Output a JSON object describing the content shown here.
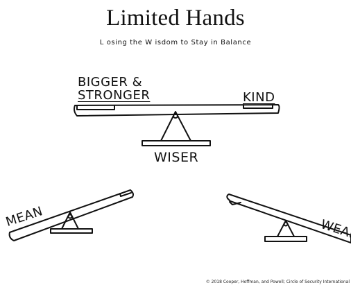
{
  "title": "Limited Hands",
  "subtitle": "L osing the W isdom to Stay in Balance",
  "labels": {
    "bigger_line1": "BIGGER &",
    "bigger_line2": "STRONGER",
    "kind": "KIND",
    "wiser": "WISER",
    "mean": "MEAN",
    "weak": "WEAK"
  },
  "copyright": "© 2018 Cooper, Hoffman, and Powell; Circle of Security International"
}
